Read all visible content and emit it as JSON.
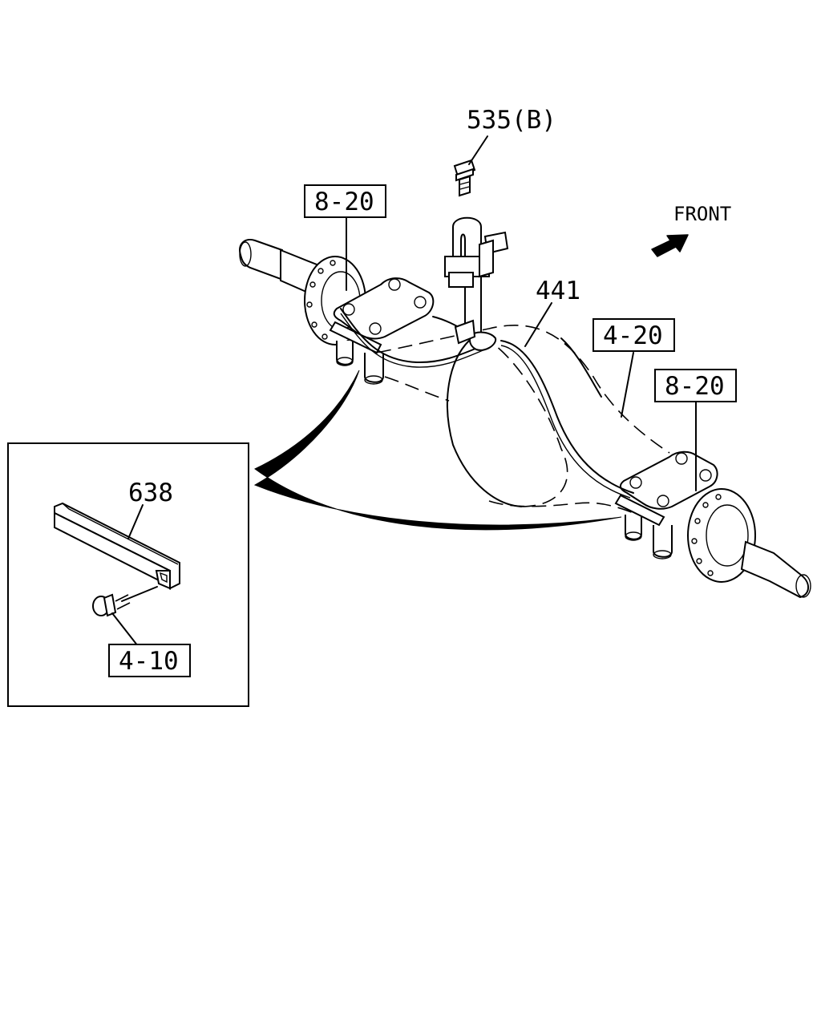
{
  "callouts": {
    "bolt": "535(B)",
    "hose": "441",
    "ref_left_mount": "8-20",
    "ref_axle_housing": "4-20",
    "ref_right_mount": "8-20",
    "bracket": "638",
    "ref_inset_bolt": "4-10"
  },
  "orientation": {
    "label": "FRONT"
  },
  "colors": {
    "ink": "#000000",
    "paper": "#ffffff"
  }
}
